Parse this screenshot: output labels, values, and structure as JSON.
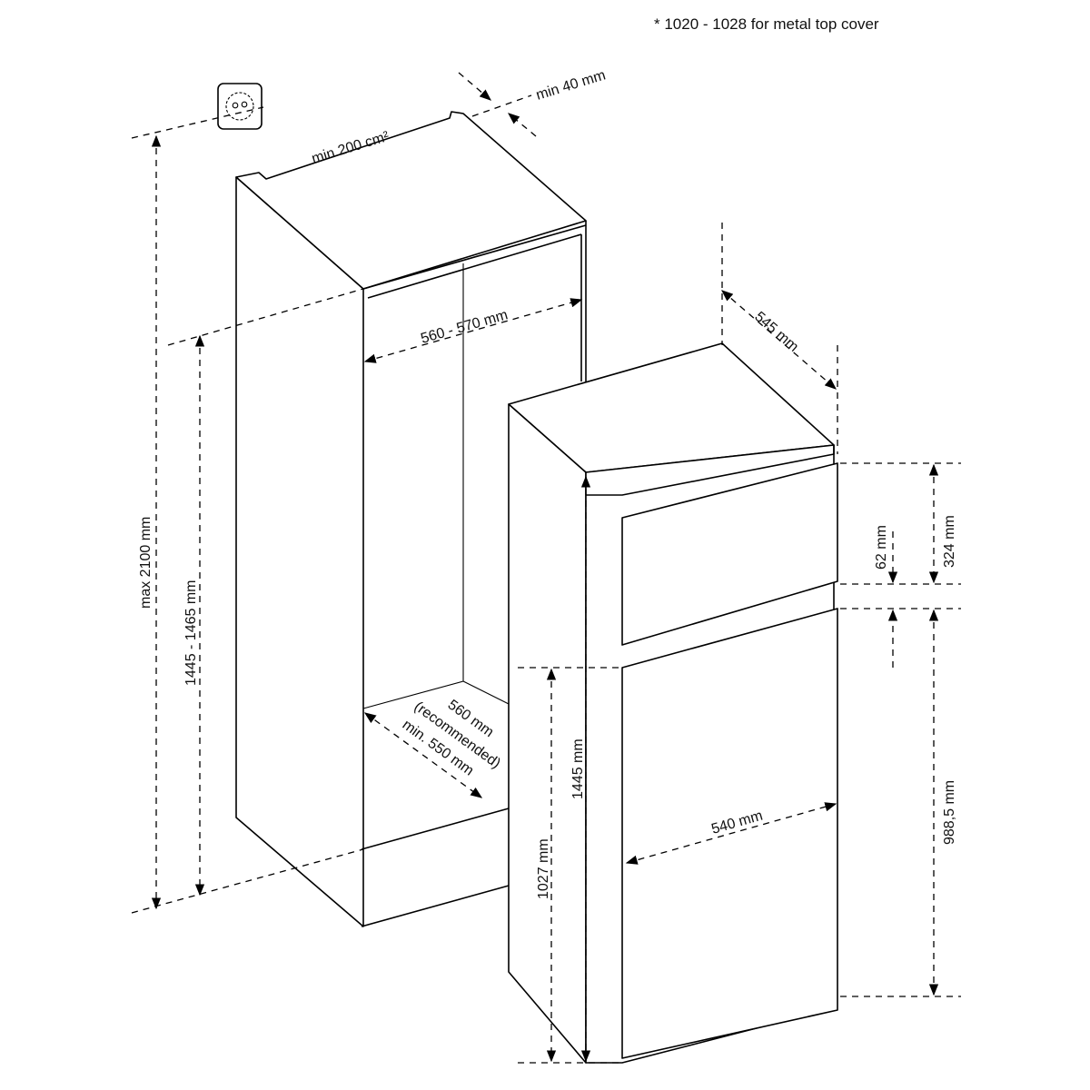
{
  "note": "* 1020 - 1028 for metal top cover",
  "dimensions": {
    "ventilation": "min 200 cm²",
    "top_gap": "min 40 mm",
    "max_height": "max 2100 mm",
    "niche_height": "1445 - 1465 mm",
    "niche_width": "560 - 570 mm",
    "niche_depth_recommended": "560 mm",
    "niche_depth_recommended_note": "(recommended)",
    "niche_depth_min": "min. 550 mm",
    "appliance_depth": "545 mm",
    "freezer_door_height": "324 mm",
    "door_gap": "62 mm",
    "fridge_door_height": "988,5 mm",
    "appliance_height": "1445 mm",
    "lower_height": "1027 mm",
    "appliance_width": "540 mm"
  },
  "icons": {
    "socket": "power-socket-icon"
  }
}
